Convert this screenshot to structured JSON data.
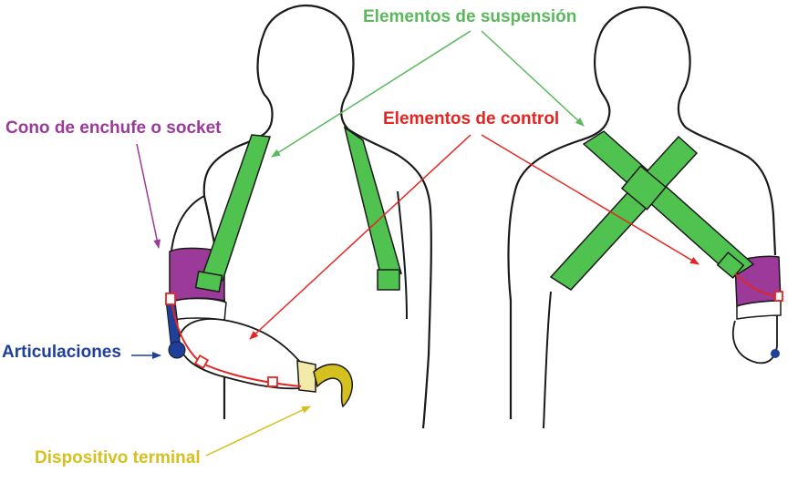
{
  "labels": {
    "suspension": "Elementos de suspensión",
    "control": "Elementos de control",
    "socket": "Cono de enchufe o socket",
    "joints": "Articulaciones",
    "terminal": "Dispositivo terminal"
  },
  "colors": {
    "suspension": "#5cb85c",
    "strap_fill": "#4fc24f",
    "control": "#e52521",
    "socket": "#9b3a98",
    "joints": "#1f3f9a",
    "terminal": "#d4c01f",
    "outline": "#1a1a1a"
  }
}
